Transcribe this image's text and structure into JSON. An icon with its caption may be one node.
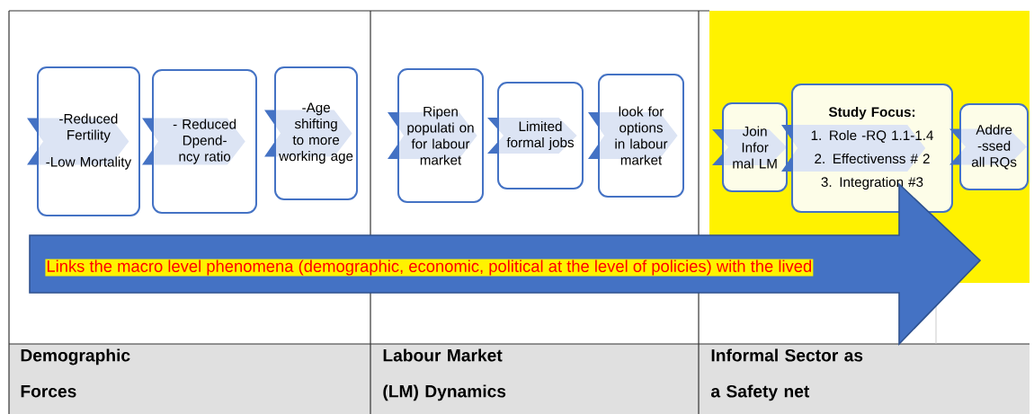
{
  "diagram": {
    "nodes": [
      {
        "text": [
          "-Reduced Fertility",
          "-Low Mortality"
        ]
      },
      {
        "text": [
          "- Reduced Dpend- ncy ratio"
        ]
      },
      {
        "text": [
          "-Age shifting to more working age"
        ]
      },
      {
        "text": [
          "Ripen populati on for labour market"
        ]
      },
      {
        "text": [
          "Limited formal jobs"
        ]
      },
      {
        "text": [
          "look for options in labour market"
        ]
      },
      {
        "text": [
          "Join Infor mal LM"
        ]
      },
      {
        "text": [
          "Study Focus:",
          "1. Role -RQ 1.1-1.4",
          "2. Effectivenss # 2",
          "3. Integration #3"
        ]
      },
      {
        "text": [
          "Addre -ssed all RQs"
        ]
      },
      {
        "text": [
          "Links the macro level phenomena (demographic, economic, political at the level of policies) with the lived"
        ]
      }
    ],
    "labels": [
      "Demographic Forces",
      "Labour Market (LM) Dynamics",
      "Informal Sector as a Safety net"
    ]
  }
}
